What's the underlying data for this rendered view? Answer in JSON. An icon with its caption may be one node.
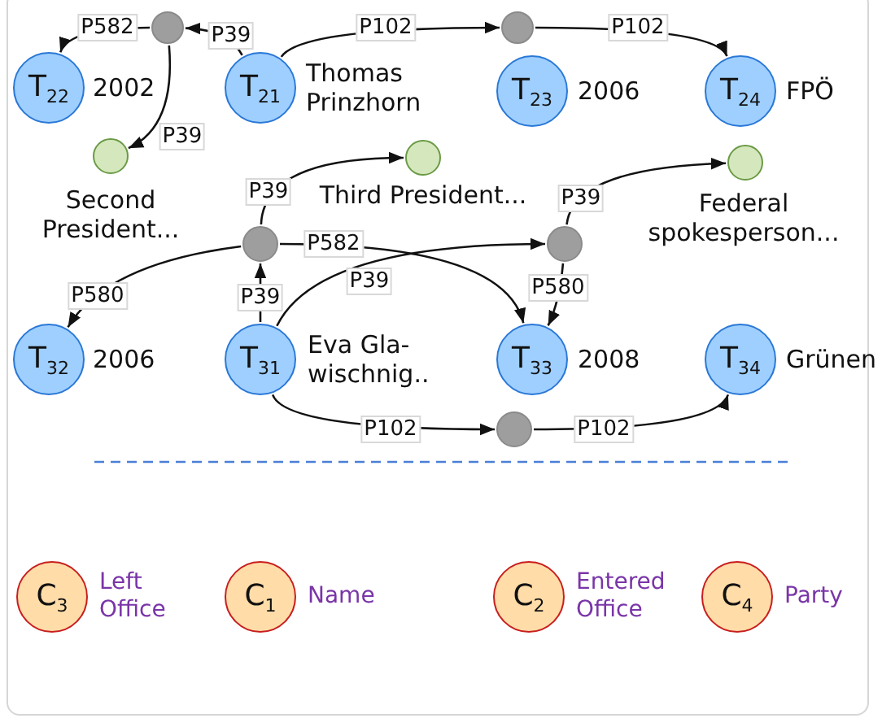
{
  "diagram": {
    "nodes": [
      {
        "text": [
          "T$_{22}$"
        ],
        "beside": [
          "2002"
        ]
      },
      {
        "text": [],
        "shape": "circle"
      },
      {
        "text": [
          "T$_{21}$"
        ],
        "beside": [
          "Thomas Prinzhorn"
        ]
      },
      {
        "text": [],
        "shape": "circle"
      },
      {
        "text": [
          "T$_{23}$"
        ],
        "beside": [
          "2006"
        ]
      },
      {
        "text": [
          "T$_{24}$"
        ],
        "beside": [
          "FPÖ"
        ]
      },
      {
        "text": [],
        "shape": "circle",
        "beside": [
          "Second President..."
        ]
      },
      {
        "text": [],
        "shape": "circle",
        "beside": [
          "Third President..."
        ]
      },
      {
        "text": [],
        "shape": "circle",
        "beside": [
          "Federal spokesperson..."
        ]
      },
      {
        "text": [],
        "shape": "circle"
      },
      {
        "text": [],
        "shape": "circle"
      },
      {
        "text": [
          "T$_{32}$"
        ],
        "beside": [
          "2006"
        ]
      },
      {
        "text": [
          "T$_{31}$"
        ],
        "beside": [
          "Eva Gla- wischnig.."
        ]
      },
      {
        "text": [
          "T$_{33}$"
        ],
        "beside": [
          "2008"
        ]
      },
      {
        "text": [
          "T$_{34}$"
        ],
        "beside": [
          "Grünen"
        ]
      },
      {
        "text": [],
        "shape": "circle"
      },
      {
        "text": [
          "C$_{3}$"
        ],
        "beside": [
          "Left Office"
        ]
      },
      {
        "text": [
          "C$_{1}$"
        ],
        "beside": [
          "Name"
        ]
      },
      {
        "text": [
          "C$_{2}$"
        ],
        "beside": [
          "Entered Office"
        ]
      },
      {
        "text": [
          "C$_{4}$"
        ],
        "beside": [
          "Party"
        ]
      }
    ],
    "edges": [
      {
        "from": 2,
        "to": 1,
        "arrow": "to",
        "label": "P39"
      },
      {
        "from": 1,
        "to": 0,
        "arrow": "to",
        "label": "P582"
      },
      {
        "from": 1,
        "to": 6,
        "arrow": "to",
        "label": "P39"
      },
      {
        "from": 2,
        "to": 3,
        "arrow": "to",
        "label": "P102"
      },
      {
        "from": 3,
        "to": 5,
        "arrow": "to",
        "label": "P102"
      },
      {
        "from": 12,
        "to": 9,
        "arrow": "to",
        "label": "P39"
      },
      {
        "from": 9,
        "to": 7,
        "arrow": "to",
        "label": "P39"
      },
      {
        "from": 9,
        "to": 11,
        "arrow": "to",
        "label": "P580"
      },
      {
        "from": 9,
        "to": 13,
        "arrow": "to",
        "label": "P582"
      },
      {
        "from": 12,
        "to": 10,
        "arrow": "to",
        "label": "P39"
      },
      {
        "from": 10,
        "to": 8,
        "arrow": "to",
        "label": "P39"
      },
      {
        "from": 10,
        "to": 13,
        "arrow": "to",
        "label": "P580"
      },
      {
        "from": 12,
        "to": 15,
        "arrow": "to",
        "label": "P102"
      },
      {
        "from": 15,
        "to": 14,
        "arrow": "to",
        "label": "P102"
      }
    ]
  }
}
